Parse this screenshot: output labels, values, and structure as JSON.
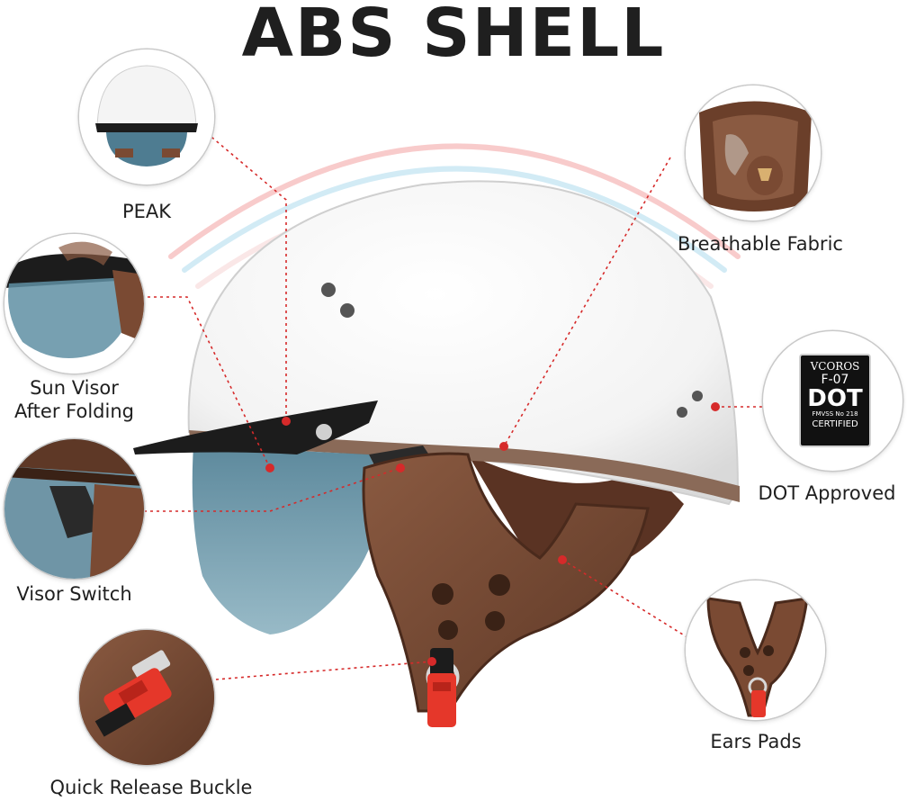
{
  "title": "ABS SHELL",
  "features": {
    "peak": "PEAK",
    "sun_visor": [
      "Sun Visor",
      "After Folding"
    ],
    "visor_switch": "Visor Switch",
    "quick_release": "Quick Release Buckle",
    "breathable": "Breathable Fabric",
    "dot_approved": "DOT Approved",
    "ear_pads": "Ears Pads"
  },
  "dot_label": {
    "brand": "VCOROS",
    "model": "F-07",
    "mark": "DOT",
    "standard": "FMVSS No 218",
    "certified": "CERTIFIED"
  },
  "colors": {
    "shell": "#ffffff",
    "leather": "#7a4a33",
    "visor": "#5f8fa3",
    "peak": "#1c1c1c",
    "buckle": "#e5372a",
    "callout_line": "#d62a2a"
  }
}
